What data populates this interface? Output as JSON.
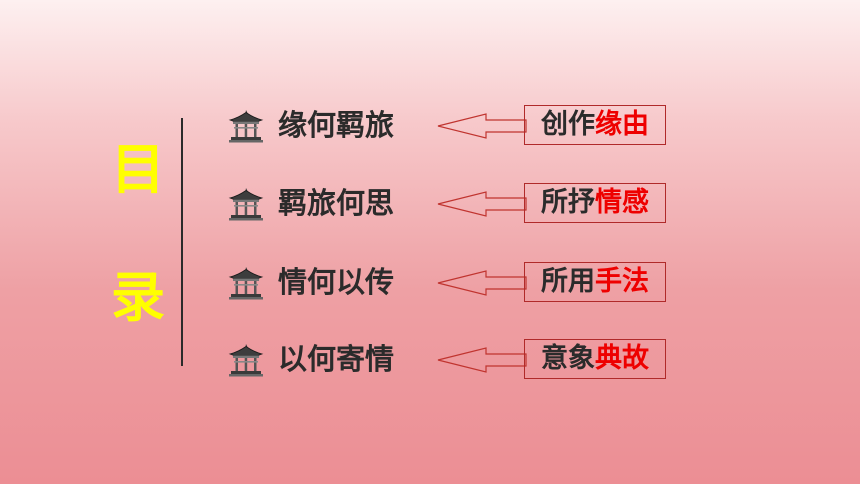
{
  "title": {
    "char1": "目",
    "char2": "录"
  },
  "items": [
    {
      "label": "缘何羁旅",
      "tag_prefix": "创作",
      "tag_highlight": "缘由"
    },
    {
      "label": "羁旅何思",
      "tag_prefix": "所抒",
      "tag_highlight": "情感"
    },
    {
      "label": "情何以传",
      "tag_prefix": "所用",
      "tag_highlight": "手法"
    },
    {
      "label": "以何寄情",
      "tag_prefix": "意象",
      "tag_highlight": "典故"
    }
  ],
  "colors": {
    "title": "#ffff00",
    "highlight": "#ee0000",
    "text": "#2b2b2b",
    "border": "#b02a2a"
  },
  "icon": "pavilion-icon"
}
